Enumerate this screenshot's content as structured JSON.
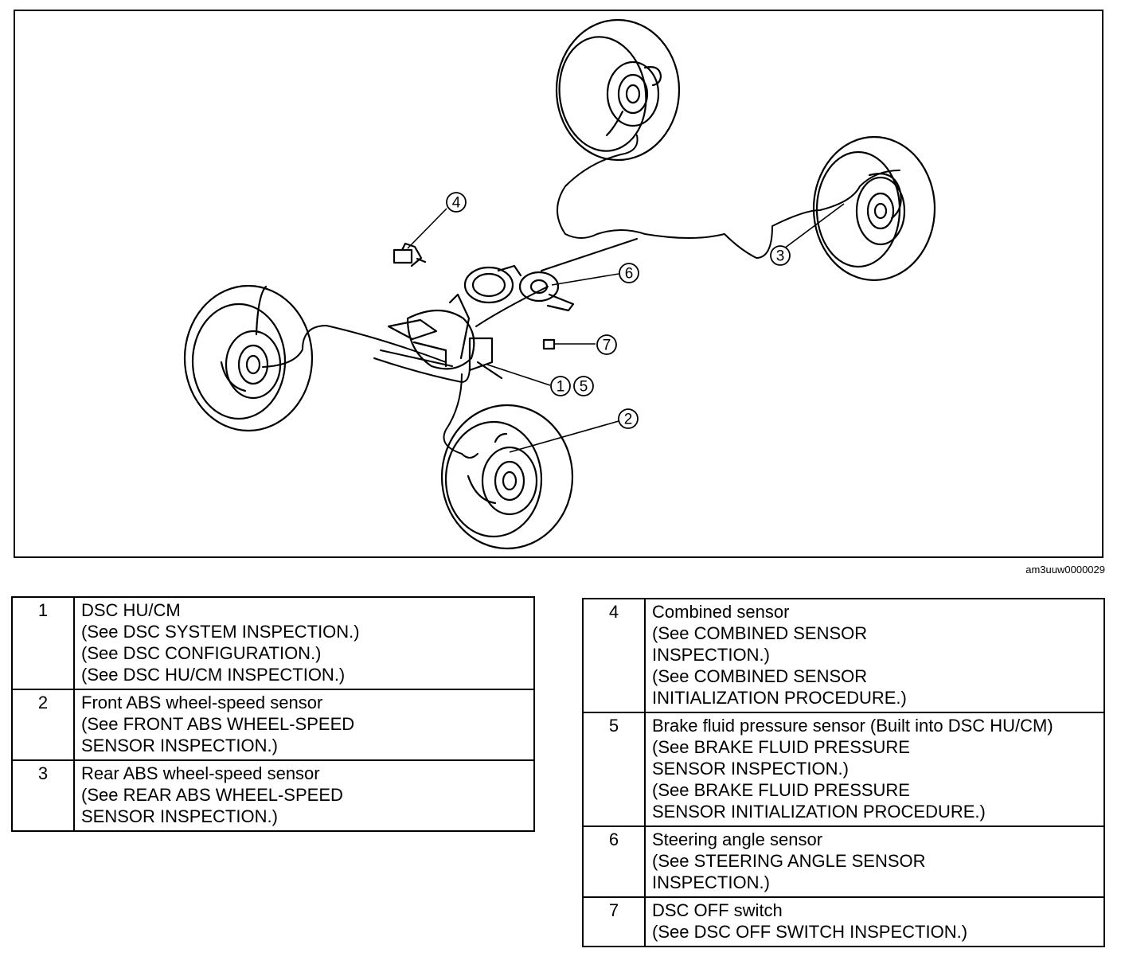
{
  "figure_code": "am3uuw0000029",
  "callouts": [
    {
      "id": "c4",
      "label": "4"
    },
    {
      "id": "c6",
      "label": "6"
    },
    {
      "id": "c3",
      "label": "3"
    },
    {
      "id": "c7",
      "label": "7"
    },
    {
      "id": "c1",
      "label": "1"
    },
    {
      "id": "c5",
      "label": "5"
    },
    {
      "id": "c2",
      "label": "2"
    }
  ],
  "legend_left": [
    {
      "num": "1",
      "lines": [
        "DSC HU/CM",
        "(See DSC SYSTEM INSPECTION.)",
        "(See DSC CONFIGURATION.)",
        "(See DSC HU/CM INSPECTION.)"
      ]
    },
    {
      "num": "2",
      "lines": [
        "Front ABS wheel-speed sensor",
        "(See FRONT ABS WHEEL-SPEED",
        "SENSOR INSPECTION.)"
      ]
    },
    {
      "num": "3",
      "lines": [
        "Rear ABS wheel-speed sensor",
        "(See REAR ABS WHEEL-SPEED",
        "SENSOR INSPECTION.)"
      ]
    }
  ],
  "legend_right": [
    {
      "num": "4",
      "lines": [
        "Combined sensor",
        "(See COMBINED SENSOR",
        "INSPECTION.)",
        "(See COMBINED SENSOR",
        "INITIALIZATION PROCEDURE.)"
      ]
    },
    {
      "num": "5",
      "lines": [
        "Brake fluid pressure sensor (Built into DSC HU/CM)",
        "(See BRAKE FLUID PRESSURE",
        "SENSOR INSPECTION.)",
        "(See BRAKE FLUID PRESSURE",
        "SENSOR INITIALIZATION PROCEDURE.)"
      ]
    },
    {
      "num": "6",
      "lines": [
        "Steering angle sensor",
        "(See STEERING ANGLE SENSOR",
        "INSPECTION.)"
      ]
    },
    {
      "num": "7",
      "lines": [
        "DSC OFF switch",
        "(See DSC OFF SWITCH INSPECTION.)"
      ]
    }
  ]
}
